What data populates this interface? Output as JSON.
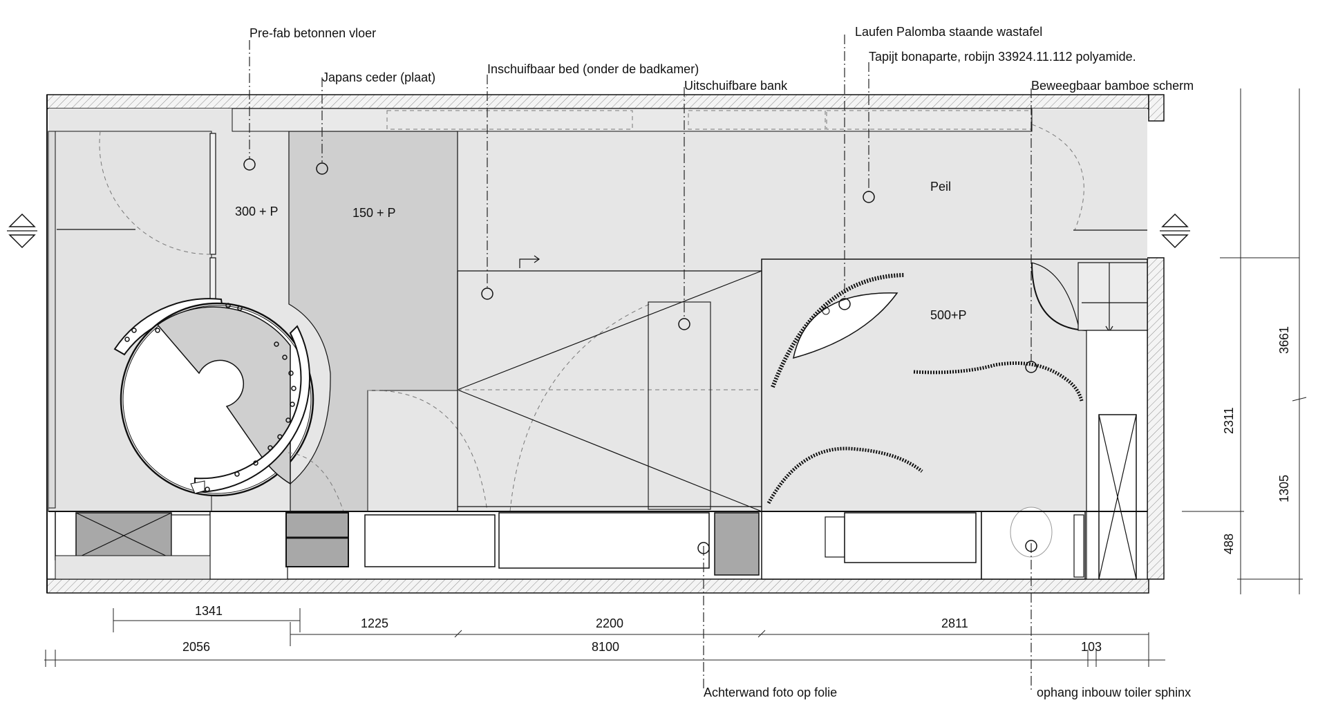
{
  "annotations": {
    "prefab_floor": "Pre-fab betonnen vloer",
    "japanese_cedar": "Japans ceder (plaat)",
    "sliding_bed": "Inschuifbaar bed (onder de badkamer)",
    "sliding_bench": "Uitschuifbare bank",
    "washbasin": "Laufen Palomba staande wastafel",
    "carpet": "Tapijt bonaparte, robijn 33924.11.112 polyamide.",
    "bamboo_screen": "Beweegbaar bamboe scherm",
    "back_wall": "Achterwand foto op folie",
    "toilet_mount": "ophang inbouw toiler sphinx"
  },
  "levels": {
    "level_300": "300 + P",
    "level_150": "150 + P",
    "level_peil": "Peil",
    "level_500": "500+P"
  },
  "dimensions": {
    "d1341": "1341",
    "d1225": "1225",
    "d2200": "2200",
    "d2811": "2811",
    "d2056": "2056",
    "d8100": "8100",
    "d103": "103",
    "d3661": "3661",
    "d2311": "2311",
    "d1305": "1305",
    "d488": "488"
  },
  "colors": {
    "floor_fill": "#e4e4e4",
    "cedar_fill": "#cfcfcf",
    "dark_fill": "#a8a8a8",
    "hatch": "#888888"
  }
}
